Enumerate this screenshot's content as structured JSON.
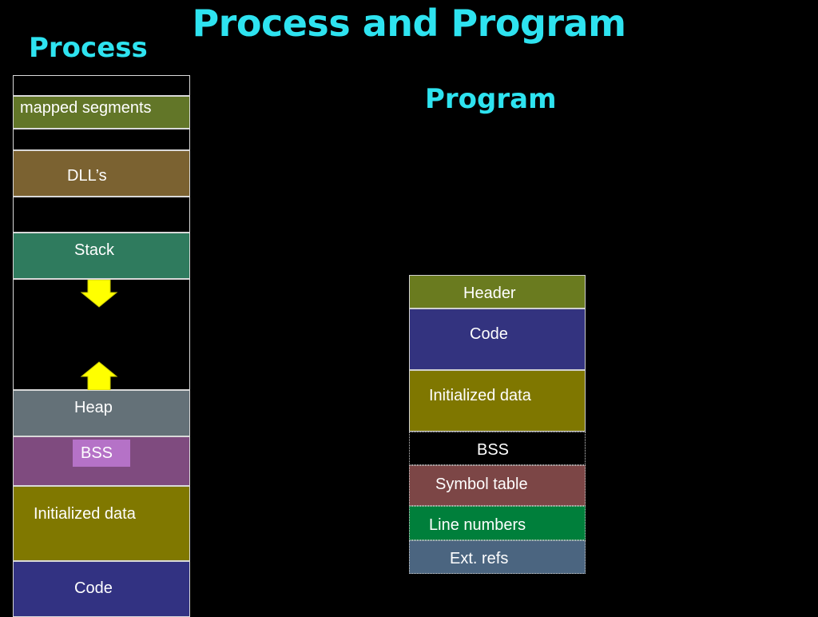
{
  "title": "Process and Program",
  "process": {
    "heading": "Process",
    "segments": {
      "mapped": "mapped segments",
      "dll": "DLL’s",
      "stack": "Stack",
      "heap": "Heap",
      "bss": "BSS",
      "init": "Initialized data",
      "code": "Code"
    },
    "colors": {
      "mapped": "#627628",
      "dll": "#7b6231",
      "stack": "#2f7b5e",
      "heap": "#647178",
      "bss": "#7f4b7f",
      "bss_label_bg": "#b572c7",
      "init": "#807800",
      "code": "#323282",
      "arrows": "#ffff00"
    },
    "arrows": [
      "arrow-down",
      "arrow-up"
    ]
  },
  "program": {
    "heading": "Program",
    "segments": {
      "header": "Header",
      "code": "Code",
      "init": "Initialized data",
      "bss": "BSS",
      "symbol": "Symbol table",
      "line": "Line numbers",
      "ext": "Ext. refs"
    },
    "colors": {
      "header": "#6a7b1f",
      "code": "#33337f",
      "init": "#7f7700",
      "bss": "#000000",
      "symbol": "#7c4646",
      "line": "#007f3b",
      "ext": "#4b6580"
    }
  },
  "theme": {
    "background": "#000000",
    "title_color": "#2ee3f0",
    "text_color": "#ffffff"
  }
}
